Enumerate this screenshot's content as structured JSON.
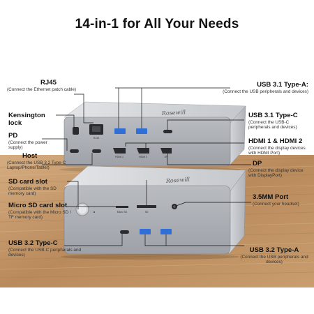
{
  "title": "14-in-1 for All Your Needs",
  "brand": "Rosewill",
  "labels": {
    "rj45": {
      "title": "RJ45",
      "desc": "(Connect the Ethernet patch cable)"
    },
    "kensington": {
      "title": "Kensington lock",
      "desc": ""
    },
    "pd": {
      "title": "PD",
      "desc": "(Connect the power supply)"
    },
    "host": {
      "title": "Host",
      "desc": "(Connect the USB 3.2 Type-C Laptop/Phone/Tablet)"
    },
    "sd": {
      "title": "SD card slot",
      "desc": "(Compatible with the SD memory card)"
    },
    "microsd": {
      "title": "Micro SD card slot",
      "desc": "(Compatible with the Micro SD / TF memory card)"
    },
    "usb32c": {
      "title": "USB 3.2 Type-C",
      "desc": "(Connect the USB-C peripherals and devices)"
    },
    "usb31a": {
      "title": "USB 3.1 Type-A:",
      "desc": "(Connect the USB peripherals and devices)"
    },
    "usb31c": {
      "title": "USB 3.1 Type-C",
      "desc": "(Connect the USB-C peripherals and devices)"
    },
    "hdmi": {
      "title": "HDMI 1 & HDMI 2",
      "desc": "(Connect the display devices with HDMI Port)"
    },
    "dp": {
      "title": "DP",
      "desc": "(Connect the display device with DisplayPort)"
    },
    "audio": {
      "title": "3.5MM Port",
      "desc": "(Connect your headset)"
    },
    "usb32a": {
      "title": "USB 3.2 Type-A",
      "desc": "(Connect the USB peripherals and devices)"
    }
  },
  "port_labels": {
    "lan": "RJ45",
    "hdmi1": "HDMI 1",
    "hdmi2": "HDMI 2",
    "dp": "DP",
    "microsd": "Micro SD",
    "sd": "SD"
  },
  "colors": {
    "port_blue": "#2f6fd6",
    "device_silver": "#c9ccd0",
    "device_dark": "#55575b",
    "wood": "#b8895a"
  }
}
